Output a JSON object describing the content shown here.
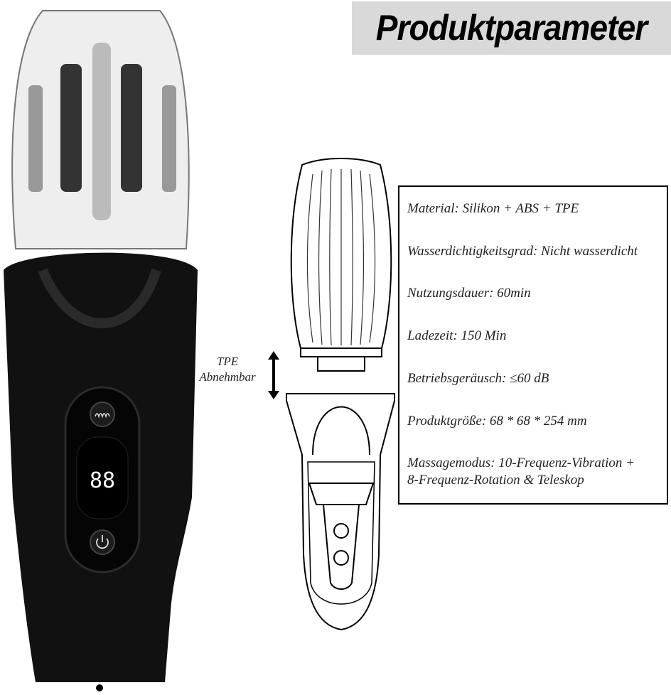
{
  "title": "Produktparameter",
  "specs": [
    "Material: Silikon + ABS + TPE",
    "Wasserdichtigkeitsgrad: Nicht wasserdicht",
    "Nutzungsdauer: 60min",
    "Ladezeit: 150 Min",
    "Betriebsgeräusch: ≤60 dB",
    "Produktgröße: 68 * 68 * 254 mm",
    "Massagemodus: 10-Frequenz-Vibration +",
    "8-Frequenz-Rotation & Teleskop"
  ],
  "callout": {
    "line1": "TPE",
    "line2": "Abnehmbar"
  },
  "device": {
    "display": "88",
    "buttons": [
      "wave-icon",
      "power-icon"
    ]
  }
}
